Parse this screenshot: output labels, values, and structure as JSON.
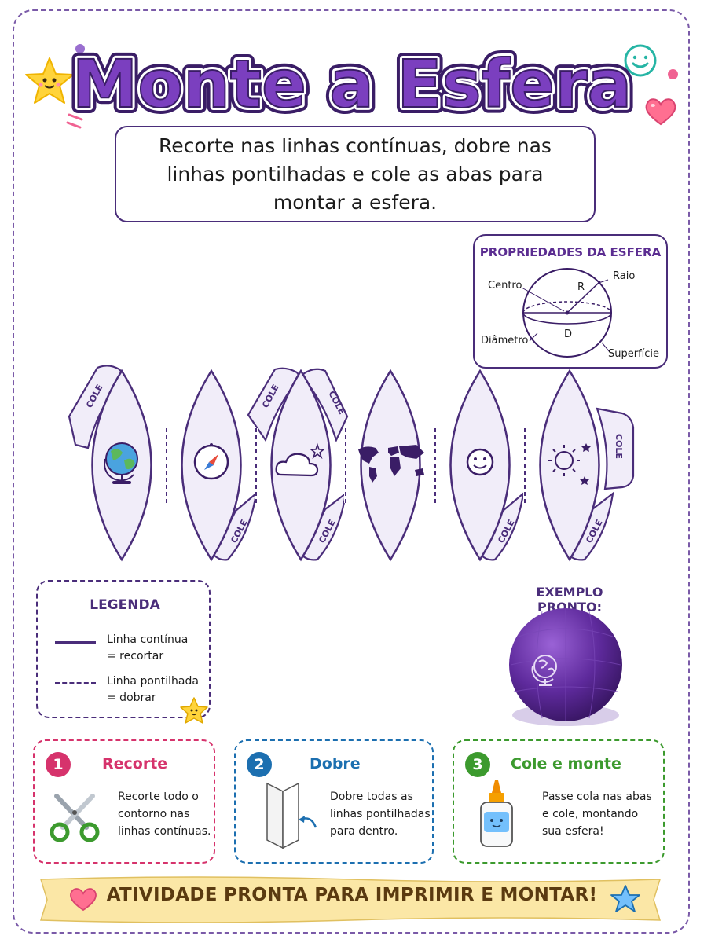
{
  "title": "Monte a Esfera",
  "instructions": "Recorte nas linhas contínuas, dobre nas linhas pontilhadas e cole as abas para montar a esfera.",
  "properties": {
    "heading": "PROPRIEDADES DA ESFERA",
    "labels": {
      "center": "Centro",
      "radius": "Raio",
      "r": "R",
      "d": "D",
      "diameter": "Diâmetro",
      "surface": "Superfície"
    }
  },
  "net": {
    "tab_label": "COLE",
    "gores": [
      {
        "icon": "globe-icon"
      },
      {
        "icon": "compass-icon"
      },
      {
        "icon": "cloud-star-icon"
      },
      {
        "icon": "world-map-icon"
      },
      {
        "icon": "smiley-icon"
      },
      {
        "icon": "sun-stars-icon"
      }
    ]
  },
  "legend": {
    "title": "LEGENDA",
    "solid_line1": "Linha contínua",
    "solid_line2": "= recortar",
    "dashed_line1": "Linha pontilhada",
    "dashed_line2": "= dobrar"
  },
  "example": {
    "title": "EXEMPLO PRONTO:"
  },
  "steps": [
    {
      "number": "1",
      "title": "Recorte",
      "lines": [
        "Recorte todo o",
        "contorno nas",
        "linhas contínuas."
      ],
      "color": "#d6336c"
    },
    {
      "number": "2",
      "title": "Dobre",
      "lines": [
        "Dobre todas as",
        "linhas pontilhadas",
        "para dentro."
      ],
      "color": "#1c6fb0"
    },
    {
      "number": "3",
      "title": "Cole e monte",
      "lines": [
        "Passe cola nas abas",
        "e cole, montando",
        "sua esfera!"
      ],
      "color": "#3c9a2e"
    }
  ],
  "banner": "ATIVIDADE PRONTA PARA IMPRIMIR E MONTAR!",
  "colors": {
    "purple": "#5b2d91",
    "dark_purple": "#3a1d66",
    "gore_fill": "#f1edf9",
    "banner_fill": "#fbe7a6"
  }
}
